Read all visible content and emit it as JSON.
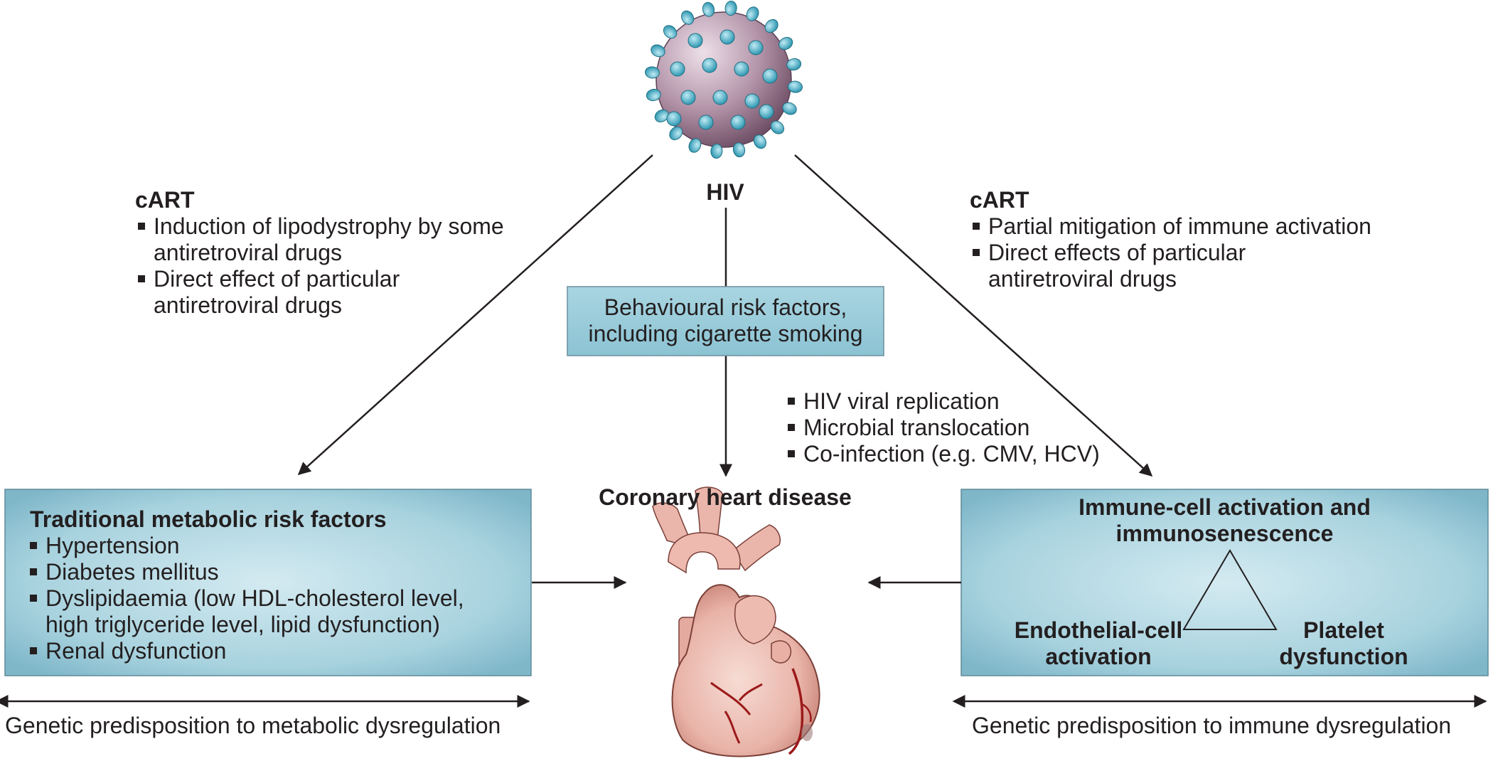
{
  "hiv_label": "HIV",
  "left_cart": {
    "title": "cART",
    "items": [
      [
        "Induction of lipodystrophy by some",
        "antiretroviral drugs"
      ],
      [
        "Direct effect of particular",
        "antiretroviral drugs"
      ]
    ]
  },
  "right_cart": {
    "title": "cART",
    "items": [
      [
        "Partial mitigation of immune activation"
      ],
      [
        "Direct effects of particular",
        "antiretroviral drugs"
      ]
    ]
  },
  "behavioural_box": [
    "Behavioural risk factors,",
    "including cigarette smoking"
  ],
  "viral_items": [
    "HIV viral replication",
    "Microbial translocation",
    "Co-infection (e.g. CMV, HCV)"
  ],
  "chd_label": "Coronary heart disease",
  "metabolic_box": {
    "title": "Traditional metabolic risk factors",
    "items": [
      [
        "Hypertension"
      ],
      [
        "Diabetes mellitus"
      ],
      [
        "Dyslipidaemia (low HDL-cholesterol level,",
        "high triglyceride level, lipid dysfunction)"
      ],
      [
        "Renal dysfunction"
      ]
    ]
  },
  "immune_box": {
    "title": [
      "Immune-cell activation and",
      "immunosenescence"
    ],
    "left_label": [
      "Endothelial-cell",
      "activation"
    ],
    "right_label": [
      "Platelet",
      "dysfunction"
    ]
  },
  "genetic_left": "Genetic predisposition to metabolic dysregulation",
  "genetic_right": "Genetic predisposition to immune dysregulation",
  "colors": {
    "box_fill": "#8dc3d3",
    "box_fill_light": "#c8e4ec",
    "virion": "#a98a9f",
    "spike": "#4fb5cc",
    "heart": "#f0c6bc",
    "vessel": "#9c1a1a"
  }
}
